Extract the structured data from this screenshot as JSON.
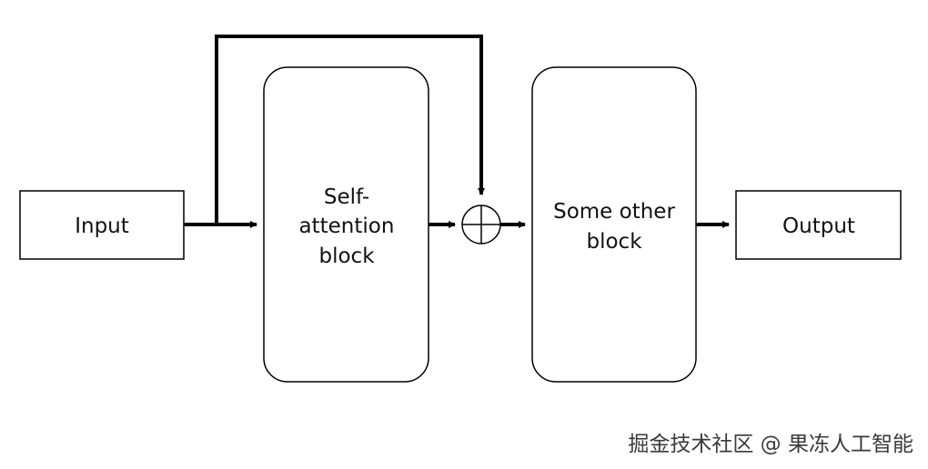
{
  "diagram": {
    "input_label": "Input",
    "self_attention_label": [
      "Self-",
      "attention",
      "block"
    ],
    "other_block_label": [
      "Some other",
      "block"
    ],
    "output_label": "Output",
    "sum_symbol": "⊕"
  },
  "watermark": "掘金技术社区 @ 果冻人工智能"
}
